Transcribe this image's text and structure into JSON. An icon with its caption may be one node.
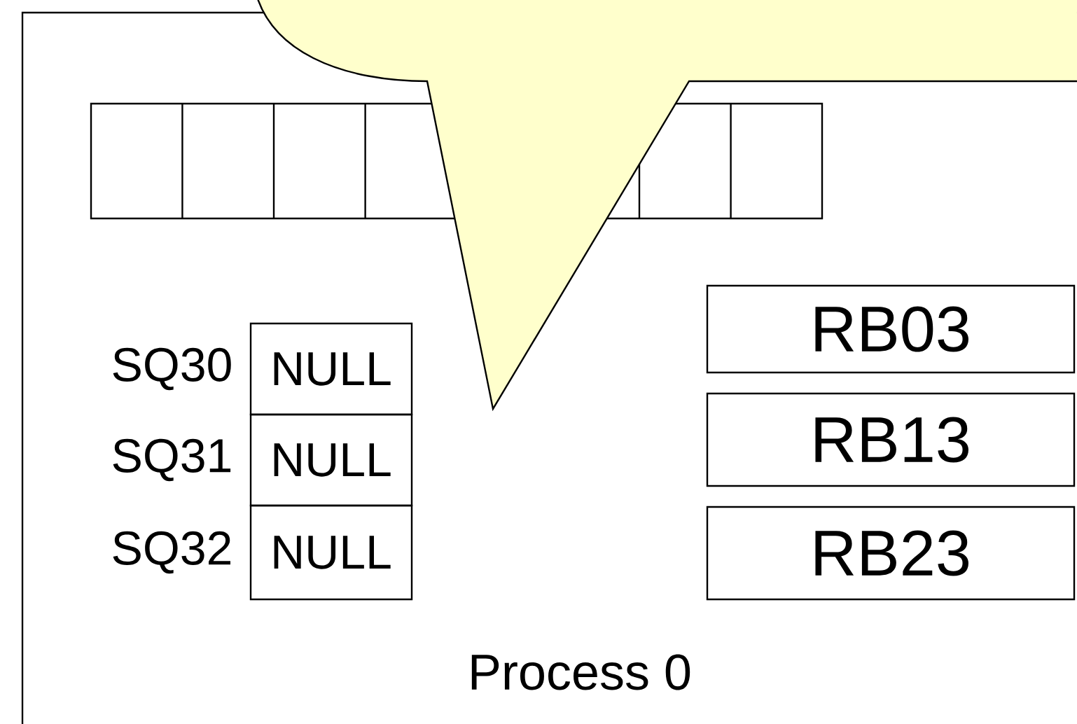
{
  "diagram": {
    "nodes": [
      {
        "text": [
          "Process 0"
        ]
      },
      {
        "text": [],
        "shape": "box",
        "in": 0
      },
      {
        "text": [
          "NULL"
        ],
        "beside": [
          "SQ30"
        ],
        "in": 0
      },
      {
        "text": [
          "NULL"
        ],
        "beside": [
          "SQ31"
        ],
        "in": 0
      },
      {
        "text": [
          "NULL"
        ],
        "beside": [
          "SQ32"
        ],
        "in": 0
      },
      {
        "text": [
          "RB03"
        ],
        "in": 0
      },
      {
        "text": [
          "RB13"
        ],
        "in": 0
      },
      {
        "text": [
          "RB23"
        ],
        "in": 0
      },
      {
        "text": [],
        "shape": "callout"
      }
    ]
  }
}
